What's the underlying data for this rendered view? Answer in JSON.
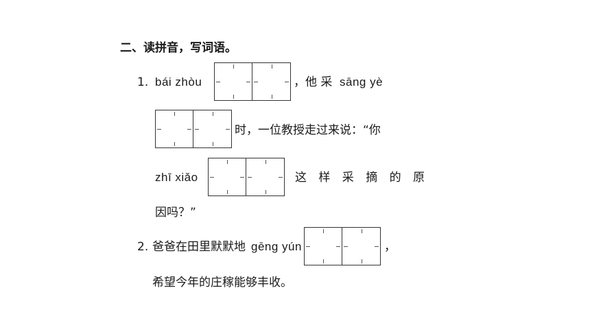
{
  "section": {
    "heading": "二、读拼音，写词语。"
  },
  "q1": {
    "number": "1.",
    "pinyin_1": "bái zhòu",
    "text_1": "，他 采",
    "pinyin_2": "sāng yè",
    "text_2": "时，一位教授走过来说：“你",
    "pinyin_3": "zhī xiǎo",
    "text_3": "这 样 采 摘 的 原",
    "text_4": "因吗？”"
  },
  "q2": {
    "number": "2.",
    "text_1": "爸爸在田里默默地",
    "pinyin_1": "gēng yún",
    "text_2": "，",
    "text_3": "希望今年的庄稼能够丰收。"
  }
}
